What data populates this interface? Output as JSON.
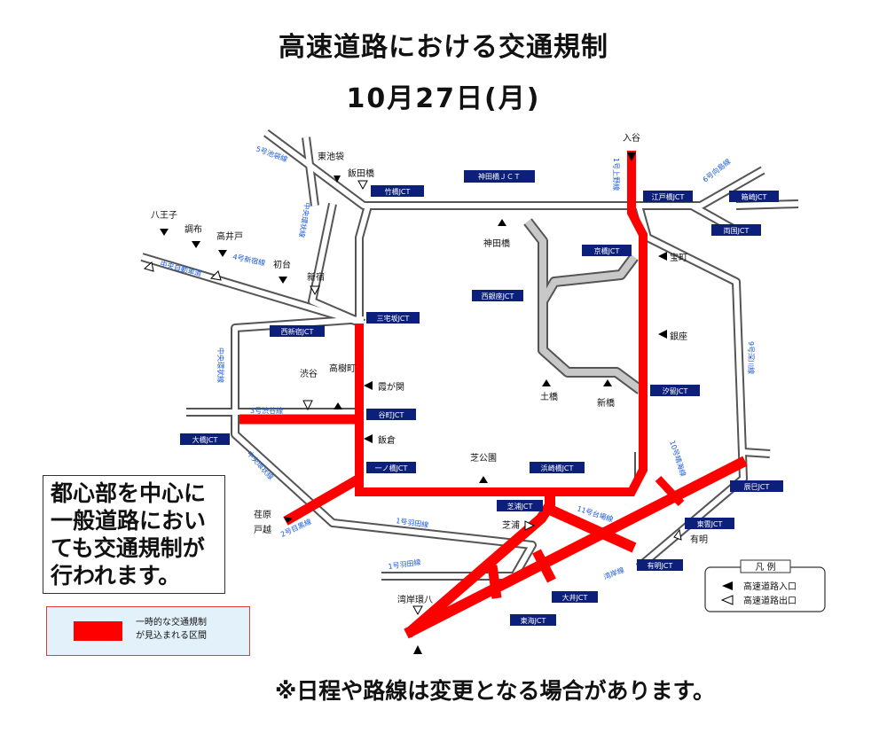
{
  "title": "高速道路における交通規制",
  "date": "10月27日(月)",
  "notice_lines": [
    "都心部を中心に",
    "一般道路におい",
    "ても交通規制が",
    "行われます。"
  ],
  "regulation_legend": [
    "一時的な交通規制",
    "が見込まれる区間"
  ],
  "footer": "※日程や路線は変更となる場合があります。",
  "legend": {
    "heading": "凡 例",
    "entrance": "高速道路入口",
    "exit": "高速道路出口"
  },
  "jct_labels": [
    "竹橋JCT",
    "神田橋ＪＣＴ",
    "江戸橋JCT",
    "箱崎JCT",
    "両国JCT",
    "京橋JCT",
    "西銀座JCT",
    "三宅坂JCT",
    "西新宿JCT",
    "汐留JCT",
    "谷町JCT",
    "大橋JCT",
    "一ノ橋JCT",
    "浜崎橋JCT",
    "辰巳JCT",
    "芝浦JCT",
    "東雲JCT",
    "有明JCT",
    "大井JCT",
    "東海JCT"
  ],
  "place_labels": [
    "入谷",
    "東池袋",
    "飯田橋",
    "八王子",
    "調布",
    "高井戸",
    "初台",
    "新宿",
    "神田橋",
    "宝町",
    "銀座",
    "霞が関",
    "渋谷",
    "高樹町",
    "土橋",
    "新橋",
    "飯倉",
    "芝公園",
    "荏原",
    "戸越",
    "芝浦",
    "有明",
    "湾岸環八"
  ],
  "route_labels": [
    "5号池袋線",
    "1号上野線",
    "6号向島線",
    "4号新宿線",
    "中央自動車道",
    "中央環状線",
    "3号渋谷線",
    "9号深川線",
    "中央環状線",
    "2号目黒線",
    "中央環状線",
    "11号台場線",
    "1号羽田線",
    "湾岸線",
    "10号晴海線"
  ],
  "colors": {
    "regulated": "#ff0000",
    "jct_box": "#0c1f7a",
    "route_label": "#1a5ad7",
    "road_outline": "#555555"
  }
}
